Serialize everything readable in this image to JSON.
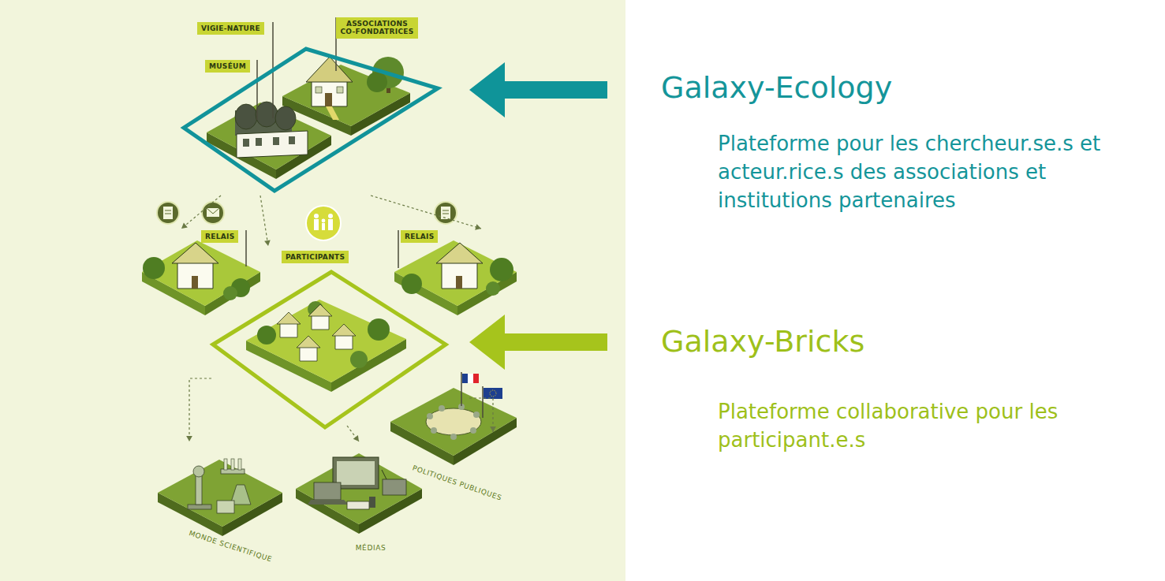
{
  "diagram": {
    "nodes": [
      {
        "text": [
          "VIGIE-NATURE",
          "ASSOCIATIONS CO-FONDATRICES",
          "MUSÉUM"
        ]
      },
      {
        "text": [
          "RELAIS"
        ]
      },
      {
        "text": [
          "RELAIS"
        ]
      },
      {
        "text": [
          "PARTICIPANTS"
        ]
      },
      {
        "text": [
          "POLITIQUES PUBLIQUES"
        ]
      },
      {
        "text": [
          "MONDE SCIENTIFIQUE"
        ]
      },
      {
        "text": [
          "MÉDIAS"
        ]
      },
      {
        "text": [
          "Galaxy-Ecology",
          "Plateforme pour les chercheur.se.s et acteur.rice.s des associations et institutions partenaires"
        ]
      },
      {
        "text": [
          "Galaxy-Bricks",
          "Plateforme collaborative pour les participant.e.s"
        ]
      }
    ],
    "edges": [
      {
        "from": 0,
        "to": 1,
        "arrow": "to"
      },
      {
        "from": 0,
        "to": 3,
        "arrow": "to"
      },
      {
        "from": 0,
        "to": 2,
        "arrow": "to"
      },
      {
        "from": 3,
        "to": 5,
        "arrow": "to"
      },
      {
        "from": 3,
        "to": 6,
        "arrow": "to"
      },
      {
        "from": 3,
        "to": 4,
        "arrow": "to"
      },
      {
        "from": 7,
        "to": 0,
        "arrow": "to"
      },
      {
        "from": 8,
        "to": 3,
        "arrow": "to"
      }
    ]
  }
}
